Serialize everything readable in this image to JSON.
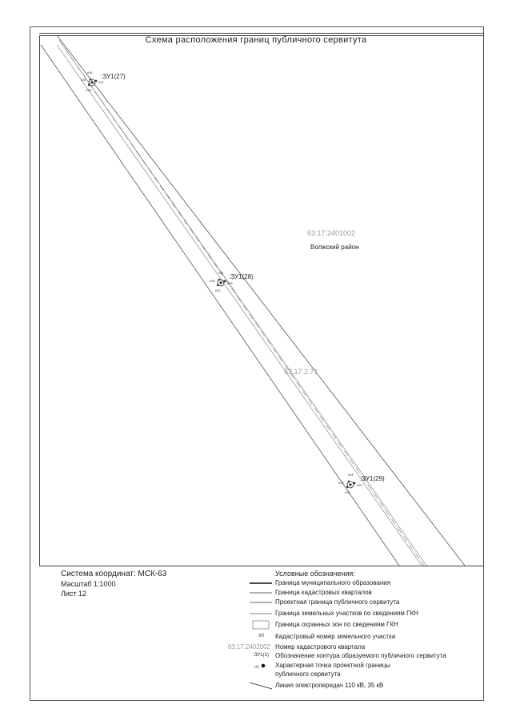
{
  "map": {
    "title": "Схема расположения границ публичного сервитута",
    "cad_quarter_1": "63:17:2401002",
    "district": "Волжский район",
    "cad_quarter_2": "63.17.2.71",
    "zu_labels": [
      ":ЗУ1(27)",
      ":ЗУ1(28)",
      ":ЗУ1(29)"
    ]
  },
  "info": {
    "coordinate_system": "Система координат: МСК-63",
    "scale": "Масштаб 1:1000",
    "sheet": "Лист 12"
  },
  "legend": {
    "title": "Условные обозначения:",
    "items": [
      {
        "symbol": "thick-line",
        "text": "Граница муниципального образования"
      },
      {
        "symbol": "thin-line",
        "text": "Граница кадастровых кварталов"
      },
      {
        "symbol": "thin-line",
        "text": "Проектная граница публичного сервитута"
      },
      {
        "symbol": "thin-line",
        "text": "Граница земельных участков по сведениям ГКН"
      },
      {
        "symbol": "rect",
        "text": "Граница охранных зон по сведениям ГКН"
      },
      {
        "symbol": "lot-number",
        "symbol_text": ":80",
        "text": "Кадастровый номер земельного участка"
      },
      {
        "symbol": "quarter-number",
        "symbol_text": "63:17:2402002",
        "text": "Номер кадастрового квартала"
      },
      {
        "symbol": "contour-label",
        "symbol_text": ":ЗУ1(1)",
        "text": "Обозначение контура образуемого публичного сервитута"
      },
      {
        "symbol": "point",
        "symbol_text": "н1",
        "text": "Характерная точка проектной границы"
      },
      {
        "symbol": "none",
        "text": "публичного сервитута"
      },
      {
        "symbol": "diagonal-line",
        "text": "Линия электропередач 110 кВ, 35 кВ"
      }
    ]
  }
}
